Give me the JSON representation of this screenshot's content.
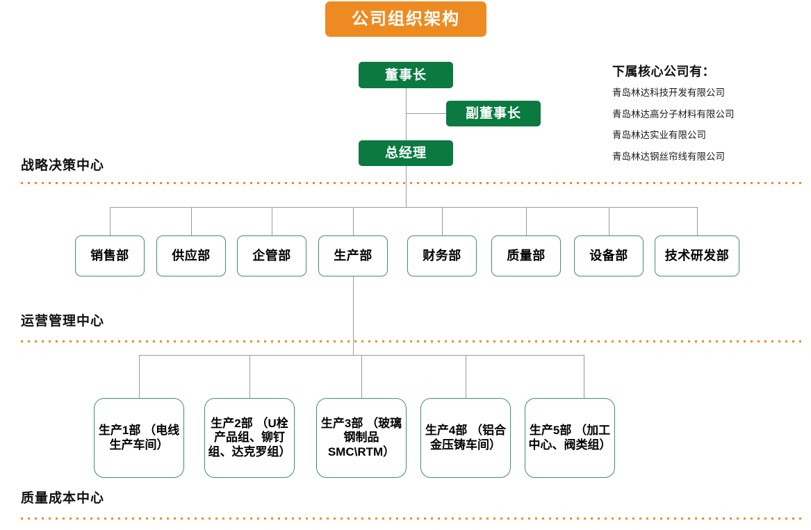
{
  "title": {
    "text": "公司组织架构",
    "badge_color": "#ed8b22"
  },
  "palette": {
    "green_fill": "#0a7a41",
    "green_border": "#3f9065",
    "orange": "#ed8b22",
    "line": "#9a9a9a",
    "text": "#111111"
  },
  "leadership": {
    "chairman": "董事长",
    "vice_chairman": "副董事长",
    "general_manager": "总经理"
  },
  "sections": [
    {
      "label": "战略决策中心"
    },
    {
      "label": "运营管理中心"
    },
    {
      "label": "质量成本中心"
    }
  ],
  "departments": [
    {
      "label": "销售部"
    },
    {
      "label": "供应部"
    },
    {
      "label": "企管部"
    },
    {
      "label": "生产部"
    },
    {
      "label": "财务部"
    },
    {
      "label": "质量部"
    },
    {
      "label": "设备部"
    },
    {
      "label": "技术研发部"
    }
  ],
  "production_units": [
    {
      "label": "生产1部\n（电线生产车间）"
    },
    {
      "label": "生产2部\n（U栓产品组、铆钉组、达克罗组）"
    },
    {
      "label": "生产3部\n（玻璃钢制品SMC\\RTM）"
    },
    {
      "label": "生产4部\n（铝合金压铸车间）"
    },
    {
      "label": "生产5部\n（加工中心、阀类组）"
    }
  ],
  "subsidiaries": {
    "heading": "下属核心公司有：",
    "items": [
      "青岛林达科技开发有限公司",
      "青岛林达高分子材料有限公司",
      "青岛林达实业有限公司",
      "青岛林达钢丝帘线有限公司"
    ]
  }
}
